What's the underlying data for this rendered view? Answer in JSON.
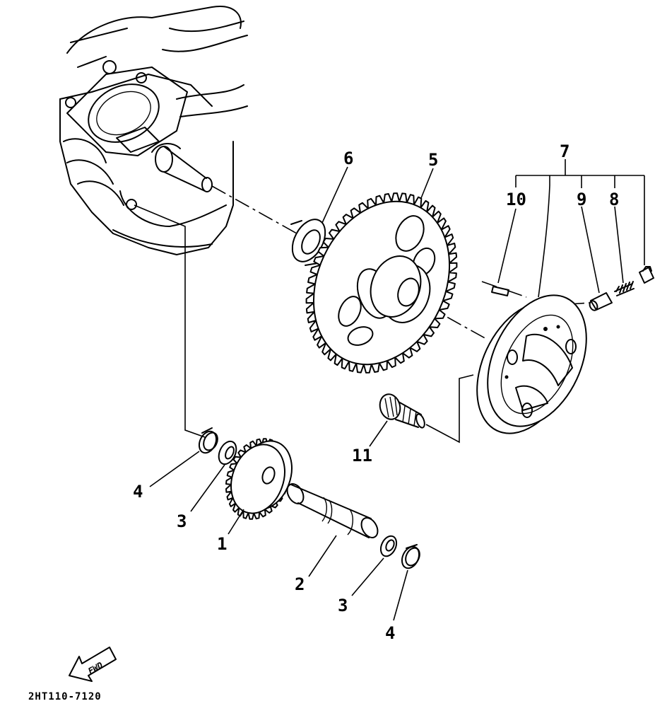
{
  "diagram": {
    "part_labels": {
      "p1": "1",
      "p2": "2",
      "p3a": "3",
      "p3b": "3",
      "p4a": "4",
      "p4b": "4",
      "p5": "5",
      "p6": "6",
      "p7": "7",
      "p8": "8",
      "p9": "9",
      "p10": "10",
      "p11": "11"
    },
    "drawing_code": "2HT110-7120",
    "fwd_arrow_text": "FWD"
  }
}
